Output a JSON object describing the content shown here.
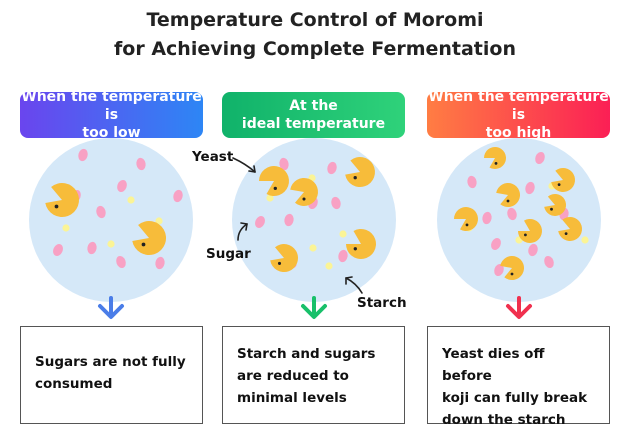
{
  "title": {
    "line1": "Temperature Control of Moromi",
    "line2": "for Achieving Complete Fermentation"
  },
  "panels": [
    {
      "header_line1": "When the temperature is",
      "header_line2": "too low",
      "header_color_start": "#6a45ee",
      "header_color_end": "#2d86f5",
      "arrow_color": "#4a7de8",
      "result_line1": "Sugars are not fully",
      "result_line2": "consumed"
    },
    {
      "header_line1": "At the",
      "header_line2": "ideal temperature",
      "header_color_start": "#10b26a",
      "header_color_end": "#2fd27a",
      "arrow_color": "#18c06a",
      "result_line1": "Starch and sugars",
      "result_line2": "are reduced to",
      "result_line3": "minimal levels"
    },
    {
      "header_line1": "When the temperature is",
      "header_line2": "too high",
      "header_color_start": "#ff7d43",
      "header_color_end": "#fb1f55",
      "arrow_color": "#f0304e",
      "result_line1": "Yeast dies off before",
      "result_line2": "koji can fully break",
      "result_line3": "down the starch"
    }
  ],
  "labels": {
    "yeast": "Yeast",
    "sugar": "Sugar",
    "starch": "Starch"
  },
  "colors": {
    "circle": "#d5e8f8",
    "yeast": "#f7bc3a",
    "sugar": "#f8a1c4",
    "starch": "#fbf496"
  }
}
